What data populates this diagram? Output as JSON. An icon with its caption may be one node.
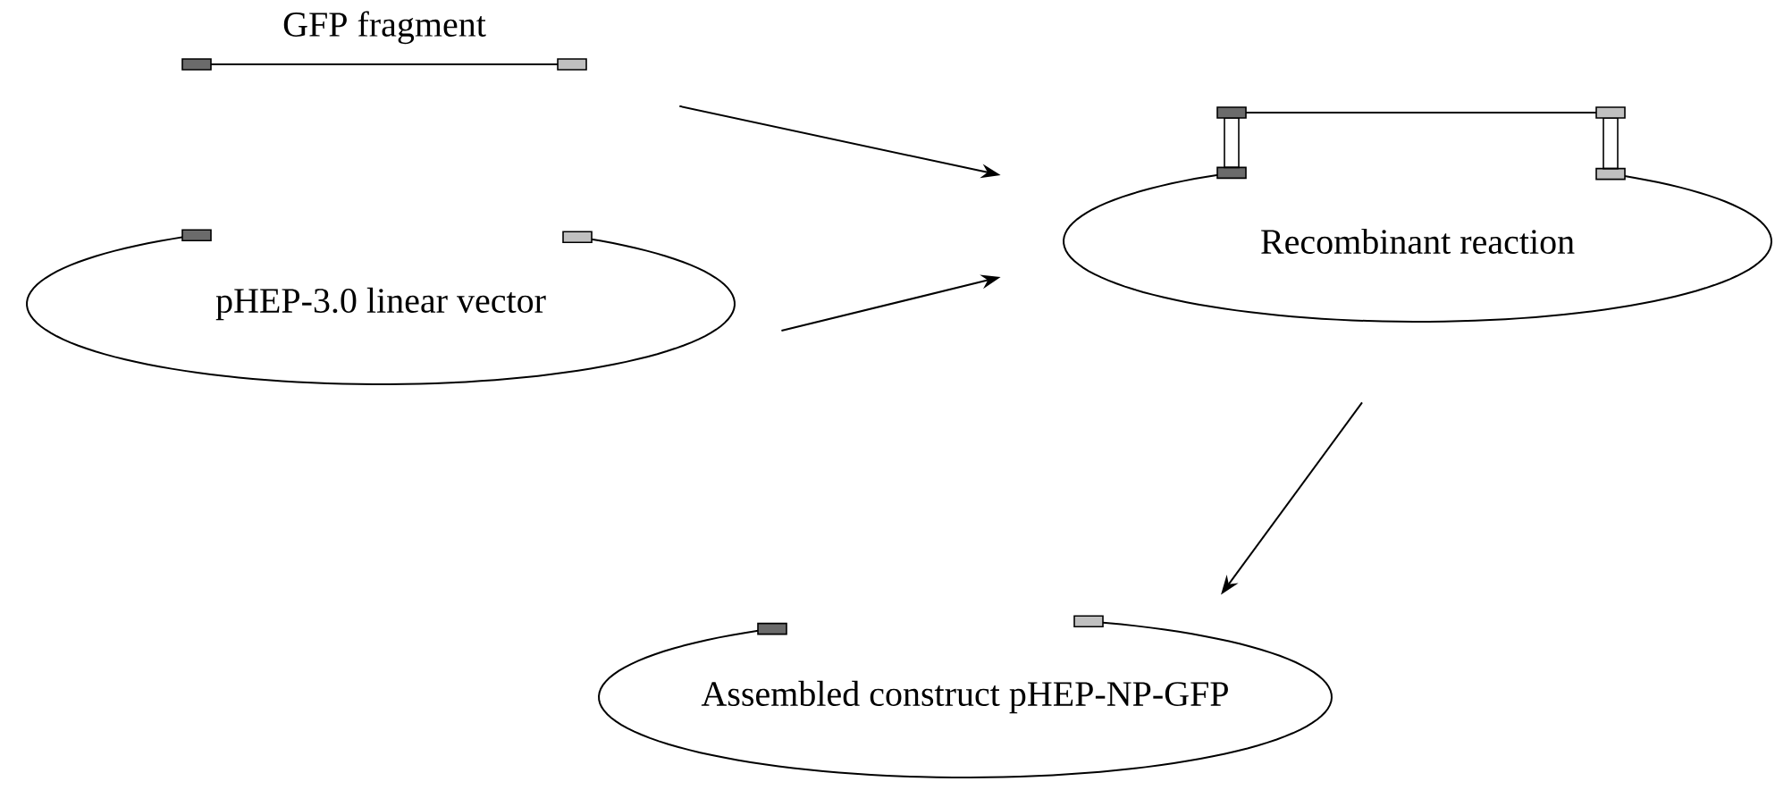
{
  "diagram": {
    "nodes": [
      {
        "text": [
          "GFP fragment"
        ]
      },
      {
        "text": [
          "pHEP-3.0 linear vector"
        ]
      },
      {
        "text": [
          "Recombinant reaction"
        ]
      },
      {
        "text": [
          "Assembled construct   pHEP-NP-GFP"
        ]
      }
    ],
    "edges": [
      {
        "from": 0,
        "to": 2,
        "arrow": "to"
      },
      {
        "from": 1,
        "to": 2,
        "arrow": "to"
      },
      {
        "from": 2,
        "to": 3,
        "arrow": "to"
      }
    ]
  }
}
